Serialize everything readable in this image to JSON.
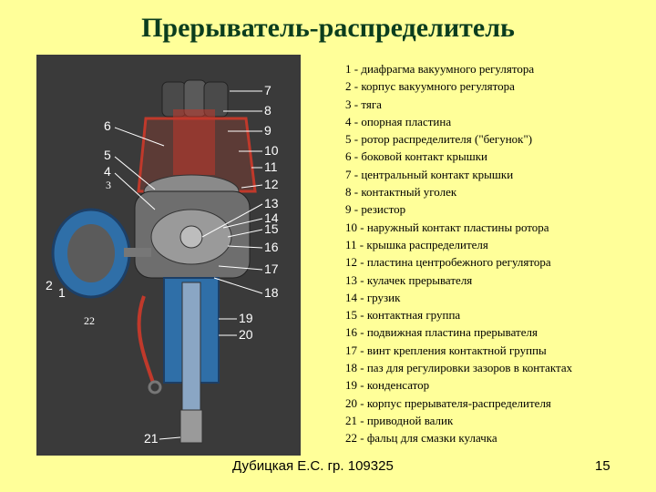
{
  "slide": {
    "title": "Прерыватель-распределитель",
    "author": "Дубицкая Е.С. гр. 109325",
    "page_number": "15"
  },
  "legend": [
    "1 - диафрагма вакуумного регулятора",
    "2 - корпус вакуумного регулятора",
    "3 - тяга",
    "4 - опорная пластина",
    "5 - ротор распределителя (\"бегунок\")",
    "6 - боковой контакт крышки",
    "7 - центральный контакт крышки",
    "8 - контактный уголек",
    "9 - резистор",
    "10 - наружный контакт пластины ротора",
    "11 - крышка распределителя",
    "12 - пластина центробежного регулятора",
    "13 - кулачек прерывателя",
    "14 - грузик",
    "15 - контактная группа",
    "16 - подвижная пластина прерывателя",
    "17 - винт крепления контактной группы",
    "18 - паз для регулировки зазоров в контактах",
    "19 - конденсатор",
    "20 - корпус прерывателя-распределителя",
    "21 - приводной валик",
    "22 - фальц для смазки кулачка"
  ],
  "figure": {
    "callouts": {
      "n1": "1",
      "n2": "2",
      "n3": "3",
      "n4": "4",
      "n5": "5",
      "n6": "6",
      "n7": "7",
      "n8": "8",
      "n9": "9",
      "n10": "10",
      "n11": "11",
      "n12": "12",
      "n13": "13",
      "n14": "14",
      "n15": "15",
      "n16": "16",
      "n17": "17",
      "n18": "18",
      "n19": "19",
      "n20": "20",
      "n21": "21",
      "n22": "22"
    }
  }
}
